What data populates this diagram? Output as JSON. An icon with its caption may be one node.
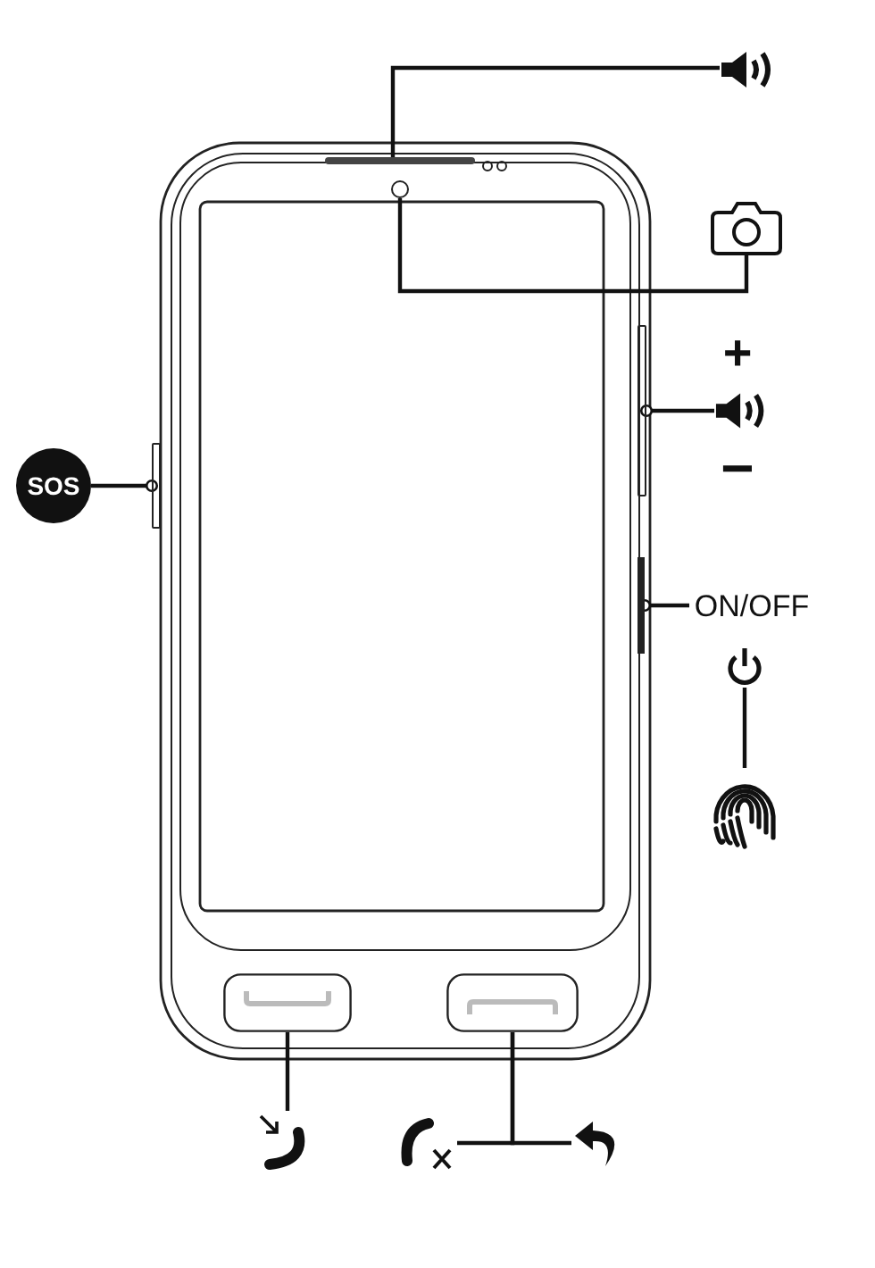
{
  "diagram": {
    "nodes": [
      {
        "text": [],
        "shape": "bar"
      },
      {
        "text": [],
        "shape": "speaker"
      },
      {
        "text": [],
        "shape": "circle"
      },
      {
        "text": [],
        "shape": "camera"
      },
      {
        "text": [],
        "shape": "bar"
      },
      {
        "text": [],
        "shape": "speaker"
      },
      {
        "text": [],
        "shape": "bar"
      },
      {
        "text": [
          "SOS"
        ]
      },
      {
        "text": [],
        "shape": "bar"
      },
      {
        "text": [
          "ON/OFF"
        ]
      },
      {
        "text": [],
        "shape": "power"
      },
      {
        "text": [],
        "shape": "fingerprint"
      },
      {
        "text": [],
        "shape": "box"
      },
      {
        "text": [],
        "shape": "phone"
      },
      {
        "text": [],
        "shape": "box"
      },
      {
        "text": [],
        "shape": "phone"
      },
      {
        "text": [],
        "shape": "arrow"
      }
    ],
    "edges": [
      {
        "from": 1,
        "to": 0,
        "arrow": "none"
      },
      {
        "from": 3,
        "to": 2,
        "arrow": "none"
      },
      {
        "from": 5,
        "to": 4,
        "arrow": "other"
      },
      {
        "from": 7,
        "to": 6,
        "arrow": "other"
      },
      {
        "from": 9,
        "to": 8,
        "arrow": "other"
      },
      {
        "from": 10,
        "to": 11,
        "arrow": "none"
      },
      {
        "from": 13,
        "to": 12,
        "arrow": "none"
      },
      {
        "from": 15,
        "to": 14,
        "arrow": "none"
      },
      {
        "from": 16,
        "to": 14,
        "arrow": "none"
      }
    ],
    "labels": [
      "+",
      "−"
    ]
  }
}
